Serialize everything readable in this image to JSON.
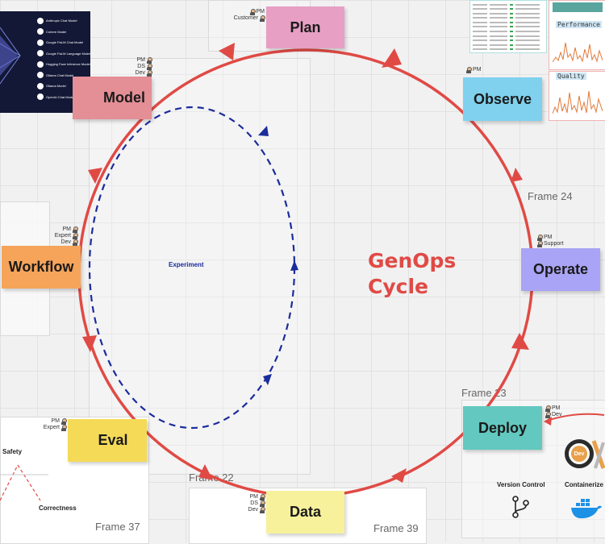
{
  "title": {
    "line1": "GenOps",
    "line2": "Cycle"
  },
  "inner_loop": {
    "label": "Experiment"
  },
  "stages": {
    "plan": {
      "label": "Plan",
      "roles": [
        "PM",
        "Customer"
      ],
      "color": "#e79fc4"
    },
    "observe": {
      "label": "Observe",
      "roles": [
        "PM"
      ],
      "color": "#7fd1ee"
    },
    "operate": {
      "label": "Operate",
      "roles": [
        "PM",
        "Support"
      ],
      "color": "#a9a4f5"
    },
    "deploy": {
      "label": "Deploy",
      "roles": [
        "PM",
        "Dev"
      ],
      "color": "#63c8bf"
    },
    "data": {
      "label": "Data",
      "roles": [
        "PM",
        "DS",
        "Dev"
      ],
      "color": "#f7f19c"
    },
    "eval": {
      "label": "Eval",
      "roles": [
        "PM",
        "Expert"
      ],
      "color": "#f5da58"
    },
    "workflow": {
      "label": "Workflow",
      "roles": [
        "PM",
        "Expert",
        "Dev"
      ],
      "color": "#f5a45a"
    },
    "model": {
      "label": "Model",
      "roles": [
        "PM",
        "DS",
        "Dev"
      ],
      "color": "#e48e96"
    }
  },
  "frames": {
    "f24": "Frame 24",
    "f23": "Frame 23",
    "f22": "Frame 22",
    "f37": "Frame 37",
    "f39": "Frame 39"
  },
  "eval_panel": {
    "safety": "Safety",
    "correctness": "Correctness"
  },
  "tools": {
    "version_control": "Version Control",
    "containerize": "Containerize",
    "dev_badge": "Dev"
  },
  "model_panel": {
    "items": [
      "Anthropic Chat Model",
      "Cohere Model",
      "Google PaLM Chat Model",
      "Google PaLM Language Model",
      "Hugging Face Inference Model",
      "Ollama Chat Model",
      "Ollama Model",
      "OpenAI Chat Model"
    ]
  },
  "dashboard": {
    "performance_label": "Performance",
    "quality_label": "Quality"
  },
  "colors": {
    "cycle": "#e04a45",
    "experiment_loop": "#1b2c9c",
    "model_panel_bg": "#131836"
  }
}
